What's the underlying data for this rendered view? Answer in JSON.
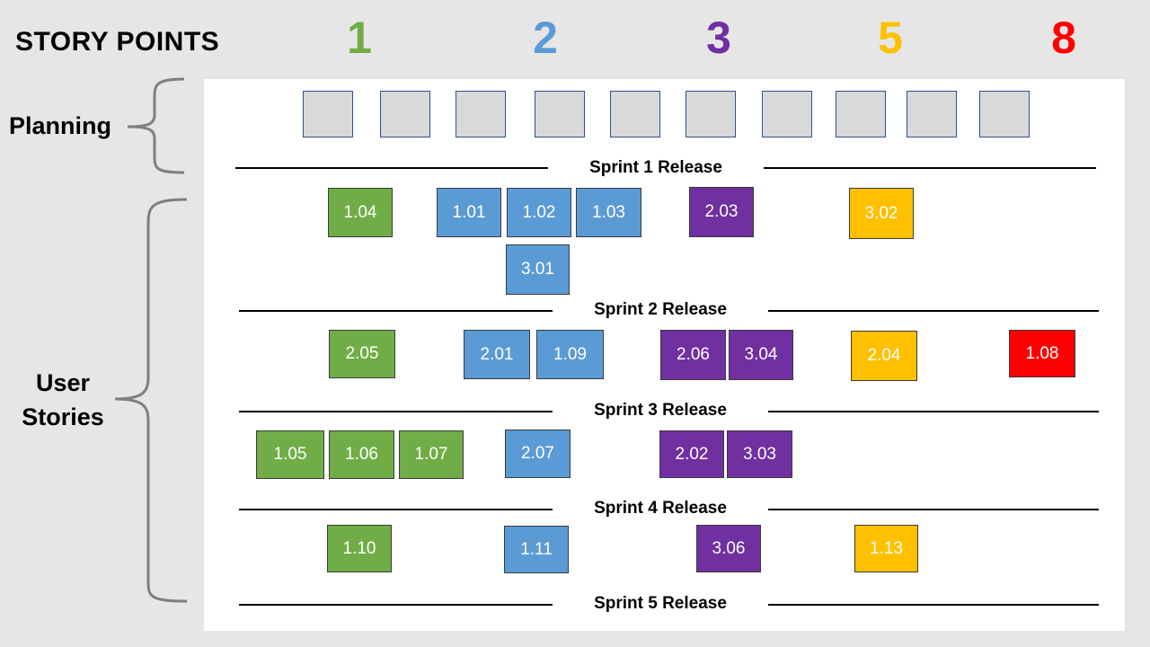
{
  "header": {
    "title": "STORY POINTS"
  },
  "story_points": [
    {
      "value": "1",
      "color": "#70ad47"
    },
    {
      "value": "2",
      "color": "#5b9bd5"
    },
    {
      "value": "3",
      "color": "#7030a0"
    },
    {
      "value": "5",
      "color": "#ffc000"
    },
    {
      "value": "8",
      "color": "#ff0000"
    }
  ],
  "sections": {
    "planning": "Planning",
    "user_stories_line1": "User",
    "user_stories_line2": "Stories"
  },
  "releases": [
    "Sprint 1 Release",
    "Sprint 2 Release",
    "Sprint 3 Release",
    "Sprint 4 Release",
    "Sprint 5 Release"
  ],
  "sprints": [
    {
      "cards": [
        {
          "id": "1.04",
          "points": 1
        },
        {
          "id": "1.01",
          "points": 2
        },
        {
          "id": "1.02",
          "points": 2
        },
        {
          "id": "1.03",
          "points": 2
        },
        {
          "id": "3.01",
          "points": 2
        },
        {
          "id": "2.03",
          "points": 3
        },
        {
          "id": "3.02",
          "points": 5
        }
      ]
    },
    {
      "cards": [
        {
          "id": "2.05",
          "points": 1
        },
        {
          "id": "2.01",
          "points": 2
        },
        {
          "id": "1.09",
          "points": 2
        },
        {
          "id": "2.06",
          "points": 3
        },
        {
          "id": "3.04",
          "points": 3
        },
        {
          "id": "2.04",
          "points": 5
        },
        {
          "id": "1.08",
          "points": 8
        }
      ]
    },
    {
      "cards": [
        {
          "id": "1.05",
          "points": 1
        },
        {
          "id": "1.06",
          "points": 1
        },
        {
          "id": "1.07",
          "points": 1
        },
        {
          "id": "2.07",
          "points": 2
        },
        {
          "id": "2.02",
          "points": 3
        },
        {
          "id": "3.03",
          "points": 3
        }
      ]
    },
    {
      "cards": [
        {
          "id": "1.10",
          "points": 1
        },
        {
          "id": "1.11",
          "points": 2
        },
        {
          "id": "3.06",
          "points": 3
        },
        {
          "id": "1.13",
          "points": 5
        }
      ]
    }
  ]
}
